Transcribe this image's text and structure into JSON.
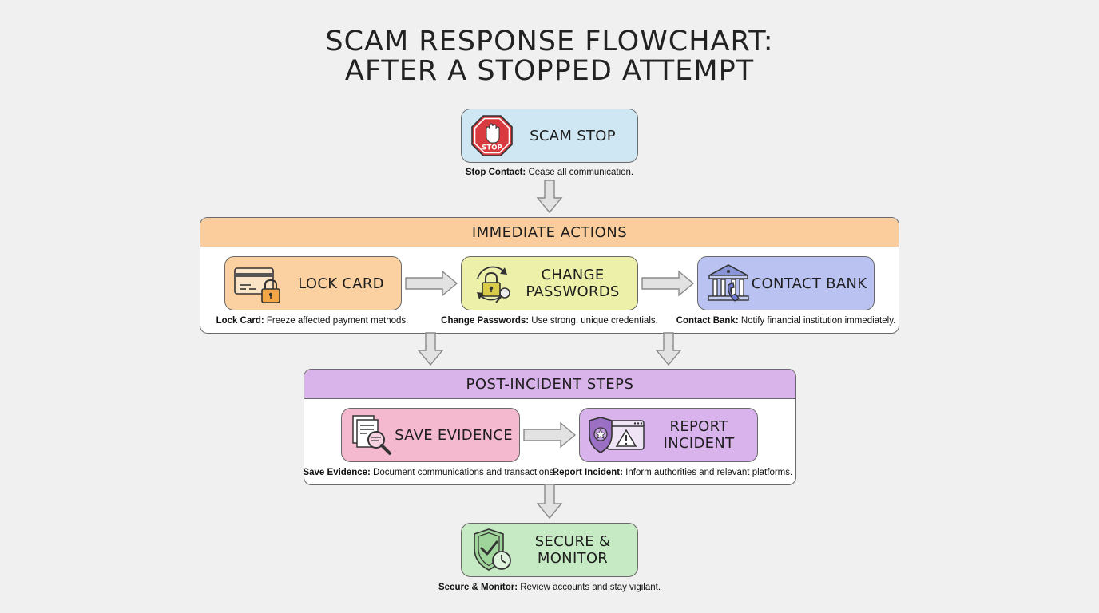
{
  "title": {
    "line1": "SCAM RESPONSE FLOWCHART:",
    "line2": "AFTER A STOPPED ATTEMPT"
  },
  "colors": {
    "scam_stop": "#cfe6f3",
    "immediate_header": "#fbcd9c",
    "lock_card": "#fbd1a2",
    "change_passwords": "#ecf0a8",
    "contact_bank": "#b9c2f1",
    "post_header": "#d9b4ea",
    "save_evidence": "#f4b8cf",
    "report_incident": "#d9b4ec",
    "secure_monitor": "#c6eac3"
  },
  "scam_stop": {
    "label": "SCAM STOP",
    "icon": "stop-sign-icon",
    "icon_text": "STOP",
    "caption_bold": "Stop Contact:",
    "caption_text": " Cease all communication."
  },
  "immediate_actions": {
    "header": "IMMEDIATE ACTIONS",
    "steps": [
      {
        "label": "LOCK CARD",
        "icon": "credit-card-lock-icon",
        "caption_bold": "Lock Card:",
        "caption_text": " Freeze affected payment methods."
      },
      {
        "label_line1": "CHANGE",
        "label_line2": "PASSWORDS",
        "icon": "padlock-refresh-key-icon",
        "caption_bold": "Change Passwords:",
        "caption_text": " Use strong, unique credentials."
      },
      {
        "label": "CONTACT BANK",
        "icon": "bank-phone-icon",
        "caption_bold": "Contact Bank:",
        "caption_text": " Notify financial institution immediately."
      }
    ]
  },
  "post_incident": {
    "header": "POST-INCIDENT STEPS",
    "steps": [
      {
        "label": "SAVE EVIDENCE",
        "icon": "document-magnifier-icon",
        "caption_bold": "Save Evidence:",
        "caption_text": " Document communications and transactions."
      },
      {
        "label_line1": "REPORT",
        "label_line2": "INCIDENT",
        "icon": "badge-warning-window-icon",
        "caption_bold": "Report Incident:",
        "caption_text": " Inform authorities and relevant platforms."
      }
    ]
  },
  "secure_monitor": {
    "label_line1": "SECURE &",
    "label_line2": "MONITOR",
    "icon": "shield-check-clock-icon",
    "caption_bold": "Secure & Monitor:",
    "caption_text": " Review accounts and stay vigilant."
  }
}
